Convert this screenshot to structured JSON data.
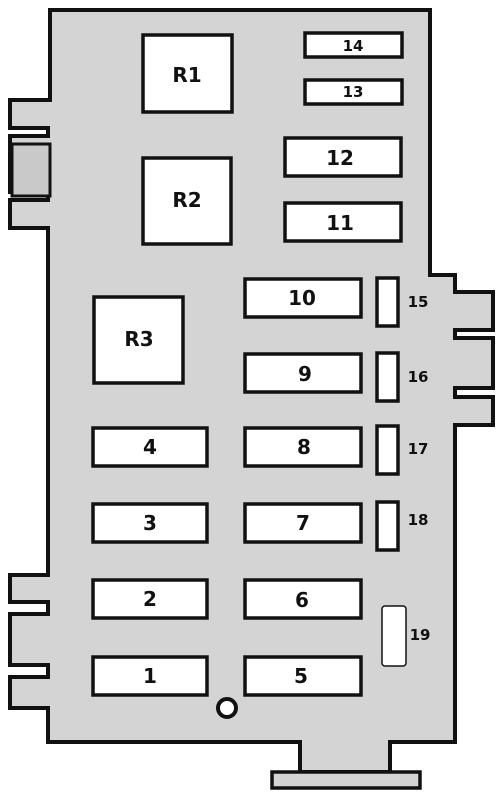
{
  "relays": [
    {
      "id": "r1",
      "label": "R1"
    },
    {
      "id": "r2",
      "label": "R2"
    },
    {
      "id": "r3",
      "label": "R3"
    }
  ],
  "fuses": [
    {
      "id": "f1",
      "label": "1"
    },
    {
      "id": "f2",
      "label": "2"
    },
    {
      "id": "f3",
      "label": "3"
    },
    {
      "id": "f4",
      "label": "4"
    },
    {
      "id": "f5",
      "label": "5"
    },
    {
      "id": "f6",
      "label": "6"
    },
    {
      "id": "f7",
      "label": "7"
    },
    {
      "id": "f8",
      "label": "8"
    },
    {
      "id": "f9",
      "label": "9"
    },
    {
      "id": "f10",
      "label": "10"
    },
    {
      "id": "f11",
      "label": "11"
    },
    {
      "id": "f12",
      "label": "12"
    },
    {
      "id": "f13",
      "label": "13"
    },
    {
      "id": "f14",
      "label": "14"
    },
    {
      "id": "f15",
      "label": "15"
    },
    {
      "id": "f16",
      "label": "16"
    },
    {
      "id": "f17",
      "label": "17"
    },
    {
      "id": "f18",
      "label": "18"
    },
    {
      "id": "f19",
      "label": "19"
    }
  ],
  "colors": {
    "board": "#d4d4d4",
    "outline": "#111111",
    "slot": "#ffffff"
  }
}
